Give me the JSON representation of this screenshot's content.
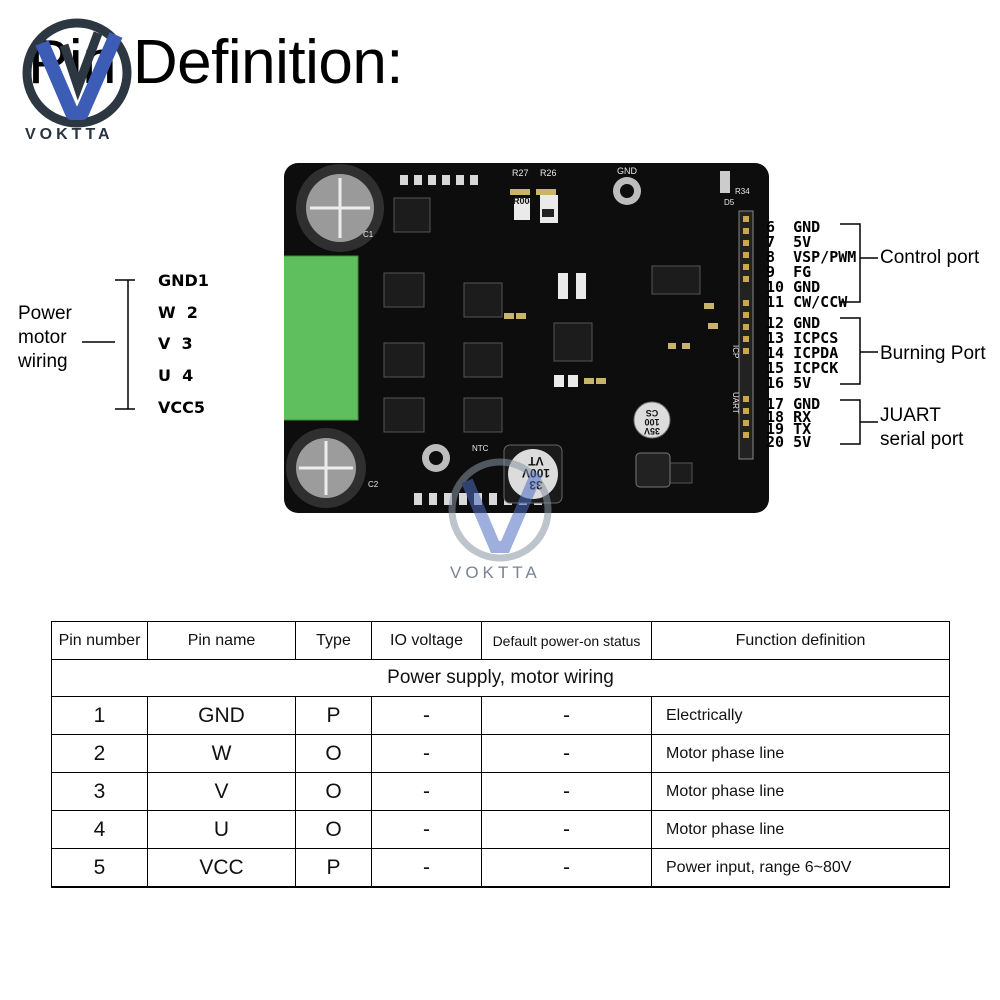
{
  "title": "Pin Definition:",
  "brand": {
    "name": "VOKTTA",
    "watermark": "VOKTTA"
  },
  "board": {
    "labels": {
      "gnd_top": "GND",
      "c1": "C1",
      "c2": "C2",
      "r27": "R27",
      "r26": "R26",
      "r004": "R004",
      "d5": "D5",
      "r34": "R34",
      "cap_big_text": "33\n100V\nVT",
      "cap_small_text": "35V\n100\nCS",
      "ntc": "NTC",
      "uart": "UART",
      "icp": "ICP"
    },
    "colors": {
      "pcb": "#0d0d0d",
      "terminal": "#5fbf5f",
      "silk": "#e8e8e8"
    }
  },
  "motor_wiring": {
    "label_lines": [
      "Power",
      "motor",
      "wiring"
    ],
    "pins": [
      "GND1",
      "W  2",
      "V  3",
      "U  4",
      "VCC5"
    ]
  },
  "header_groups": [
    {
      "label_lines": [
        "Control port"
      ],
      "pins": [
        "6  GND",
        "7  5V",
        "8  VSP/PWM",
        "9  FG",
        "10 GND",
        "11 CW/CCW"
      ]
    },
    {
      "label_lines": [
        "Burning Port"
      ],
      "pins": [
        "12 GND",
        "13 ICPCS",
        "14 ICPDA",
        "15 ICPCK",
        "16 5V"
      ]
    },
    {
      "label_lines": [
        "JUART",
        "serial port"
      ],
      "pins": [
        "17 GND",
        "18 RX",
        "19 TX",
        "20 5V"
      ]
    }
  ],
  "table": {
    "headers": [
      "Pin number",
      "Pin name",
      "Type",
      "IO voltage",
      "Default power-on status",
      "Function definition"
    ],
    "section": "Power supply, motor wiring",
    "rows": [
      {
        "num": "1",
        "name": "GND",
        "type": "P",
        "io": "-",
        "status": "-",
        "func": "Electrically"
      },
      {
        "num": "2",
        "name": "W",
        "type": "O",
        "io": "-",
        "status": "-",
        "func": "Motor phase line"
      },
      {
        "num": "3",
        "name": "V",
        "type": "O",
        "io": "-",
        "status": "-",
        "func": "Motor phase line"
      },
      {
        "num": "4",
        "name": "U",
        "type": "O",
        "io": "-",
        "status": "-",
        "func": "Motor phase line"
      },
      {
        "num": "5",
        "name": "VCC",
        "type": "P",
        "io": "-",
        "status": "-",
        "func": "Power input, range 6~80V"
      }
    ]
  }
}
